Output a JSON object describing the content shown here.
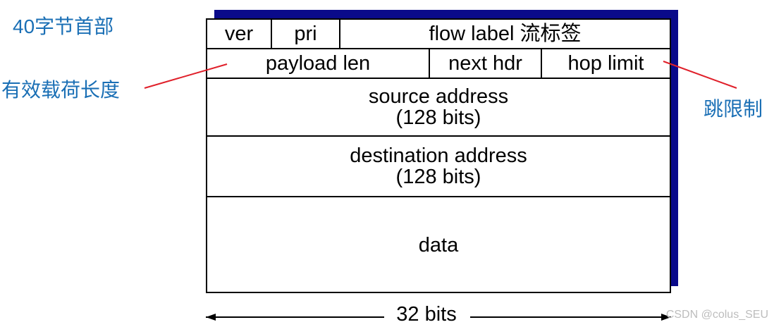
{
  "notes": {
    "header_size": "40字节首部",
    "payload_length": "有效载荷长度",
    "hop_limit": "跳限制"
  },
  "fields": {
    "row1": {
      "ver": "ver",
      "pri": "pri",
      "flow_label": "flow label 流标签"
    },
    "row2": {
      "payload_len": "payload len",
      "next_hdr": "next hdr",
      "hop_limit": "hop limit"
    },
    "source": {
      "line1": "source address",
      "line2": "(128 bits)"
    },
    "destination": {
      "line1": "destination address",
      "line2": "(128 bits)"
    },
    "data": "data"
  },
  "width_label": "32 bits",
  "watermark": "CSDN @colus_SEU",
  "colors": {
    "annotation_text": "#1a6fb5",
    "annotation_line": "#e0202a",
    "shadow": "#0a0a8a",
    "border": "#000000"
  }
}
